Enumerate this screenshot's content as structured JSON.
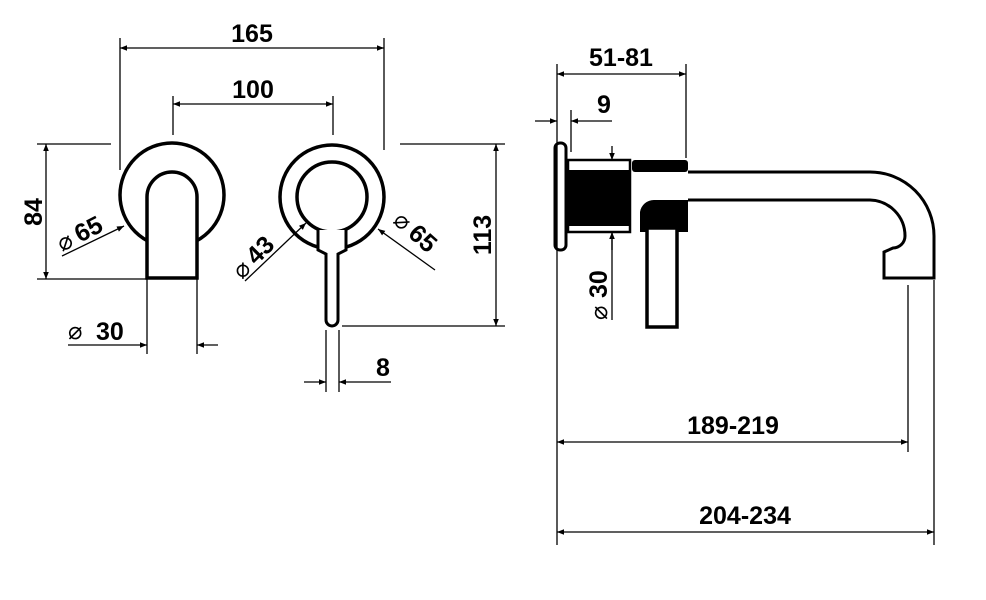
{
  "drawing": {
    "front_view": {
      "overall_width": "165",
      "center_distance": "100",
      "spout_height": "84",
      "spout_plate_diameter": "65",
      "spout_diameter": "30",
      "lever_plate_inner_diameter": "43",
      "lever_plate_diameter": "65",
      "lever_height": "113",
      "lever_width": "8"
    },
    "side_view": {
      "wall_depth_range": "51-81",
      "plate_thickness": "9",
      "body_diameter": "30",
      "projection_to_outlet": "189-219",
      "overall_projection": "204-234"
    },
    "diameter_symbol": "⌀"
  }
}
